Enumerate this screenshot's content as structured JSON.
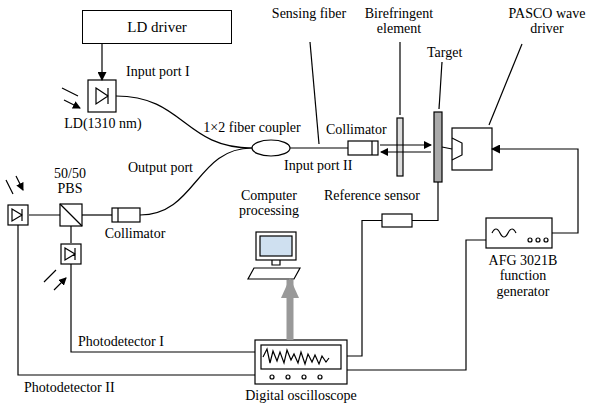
{
  "diagram": {
    "nodes": [
      {
        "text": [
          "LD driver"
        ]
      },
      {
        "text": [
          "LD(1310 nm)"
        ]
      },
      {
        "text": [
          "1×2 fiber coupler"
        ]
      },
      {
        "text": [
          "Collimator"
        ]
      },
      {
        "text": [
          "Birefringent element"
        ]
      },
      {
        "text": [
          "Target"
        ]
      },
      {
        "text": [
          "PASCO wave driver"
        ]
      },
      {
        "text": [
          "Reference sensor"
        ]
      },
      {
        "text": [
          "AFG 3021B function generator"
        ]
      },
      {
        "text": [
          "Digital oscilloscope"
        ]
      },
      {
        "text": [
          "Computer processing"
        ]
      },
      {
        "text": [
          "Collimator"
        ]
      },
      {
        "text": [
          "50/50 PBS"
        ]
      }
    ],
    "edges": [
      {
        "from": 0,
        "to": 1,
        "arrow": "to"
      },
      {
        "from": 1,
        "to": 2,
        "label": "Input port I",
        "arrow": "none"
      },
      {
        "from": 2,
        "to": 3,
        "label": "Input port II",
        "arrow": "none"
      },
      {
        "from": 2,
        "to": 11,
        "label": "Output port",
        "arrow": "none"
      },
      {
        "from": 11,
        "to": 12,
        "arrow": "none"
      },
      {
        "from": 6,
        "to": 5,
        "arrow": "none"
      },
      {
        "from": 7,
        "to": 5,
        "arrow": "none"
      },
      {
        "from": 8,
        "to": 6,
        "arrow": "to"
      },
      {
        "from": 7,
        "to": 9,
        "arrow": "none"
      },
      {
        "from": 8,
        "to": 9,
        "arrow": "none"
      },
      {
        "from": 9,
        "to": 10,
        "arrow": "to"
      }
    ],
    "labels": [
      "Sensing fiber",
      "Photodetector I",
      "Photodetector II"
    ]
  }
}
